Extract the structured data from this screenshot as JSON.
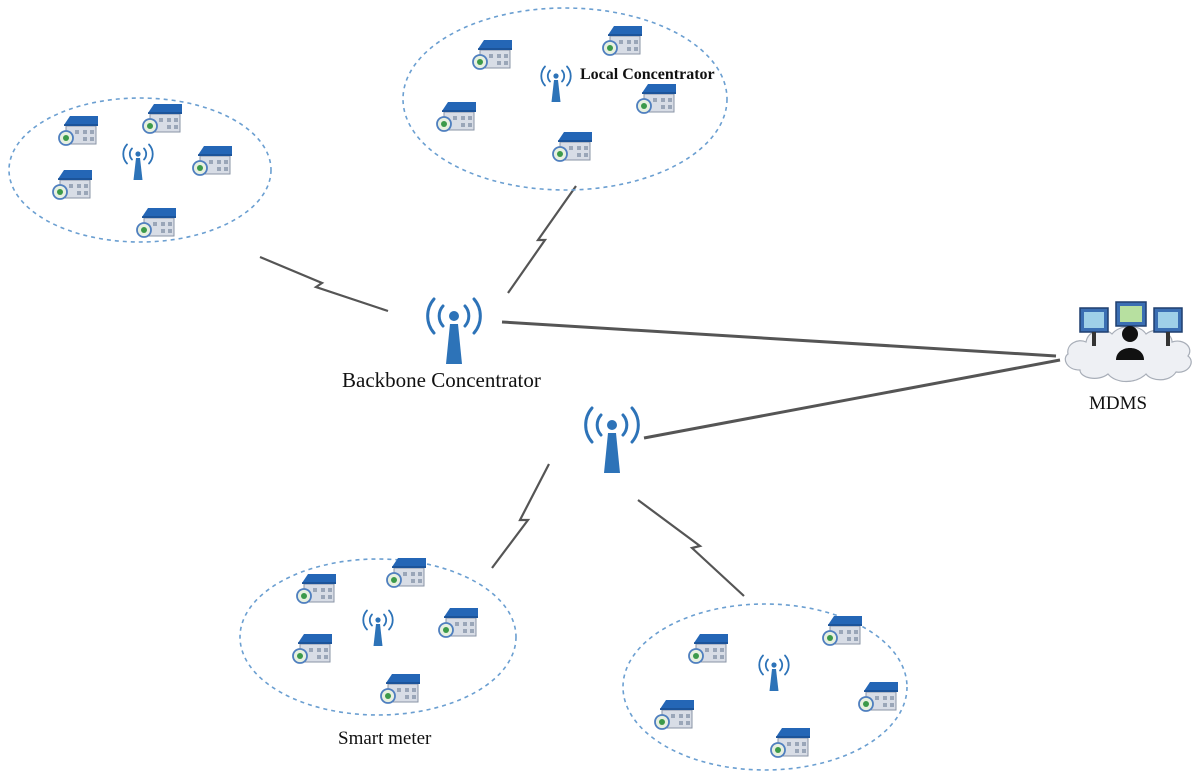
{
  "labels": {
    "backbone": "Backbone Concentrator",
    "local": "Local Concentrator",
    "smart_meter": "Smart meter",
    "mdms": "MDMS"
  },
  "icons": {
    "concentrator": "antenna-tower-icon",
    "meter": "smart-meter-house-icon",
    "mdms": "mdms-control-center-icon",
    "wireless_link": "lightning-zigzag-link-icon"
  },
  "colors": {
    "cluster_border": "#6b9fd1",
    "antenna": "#2d73b8",
    "meter_roof": "#2466b6",
    "meter_body": "#d8dde6",
    "link_line": "#555555"
  }
}
